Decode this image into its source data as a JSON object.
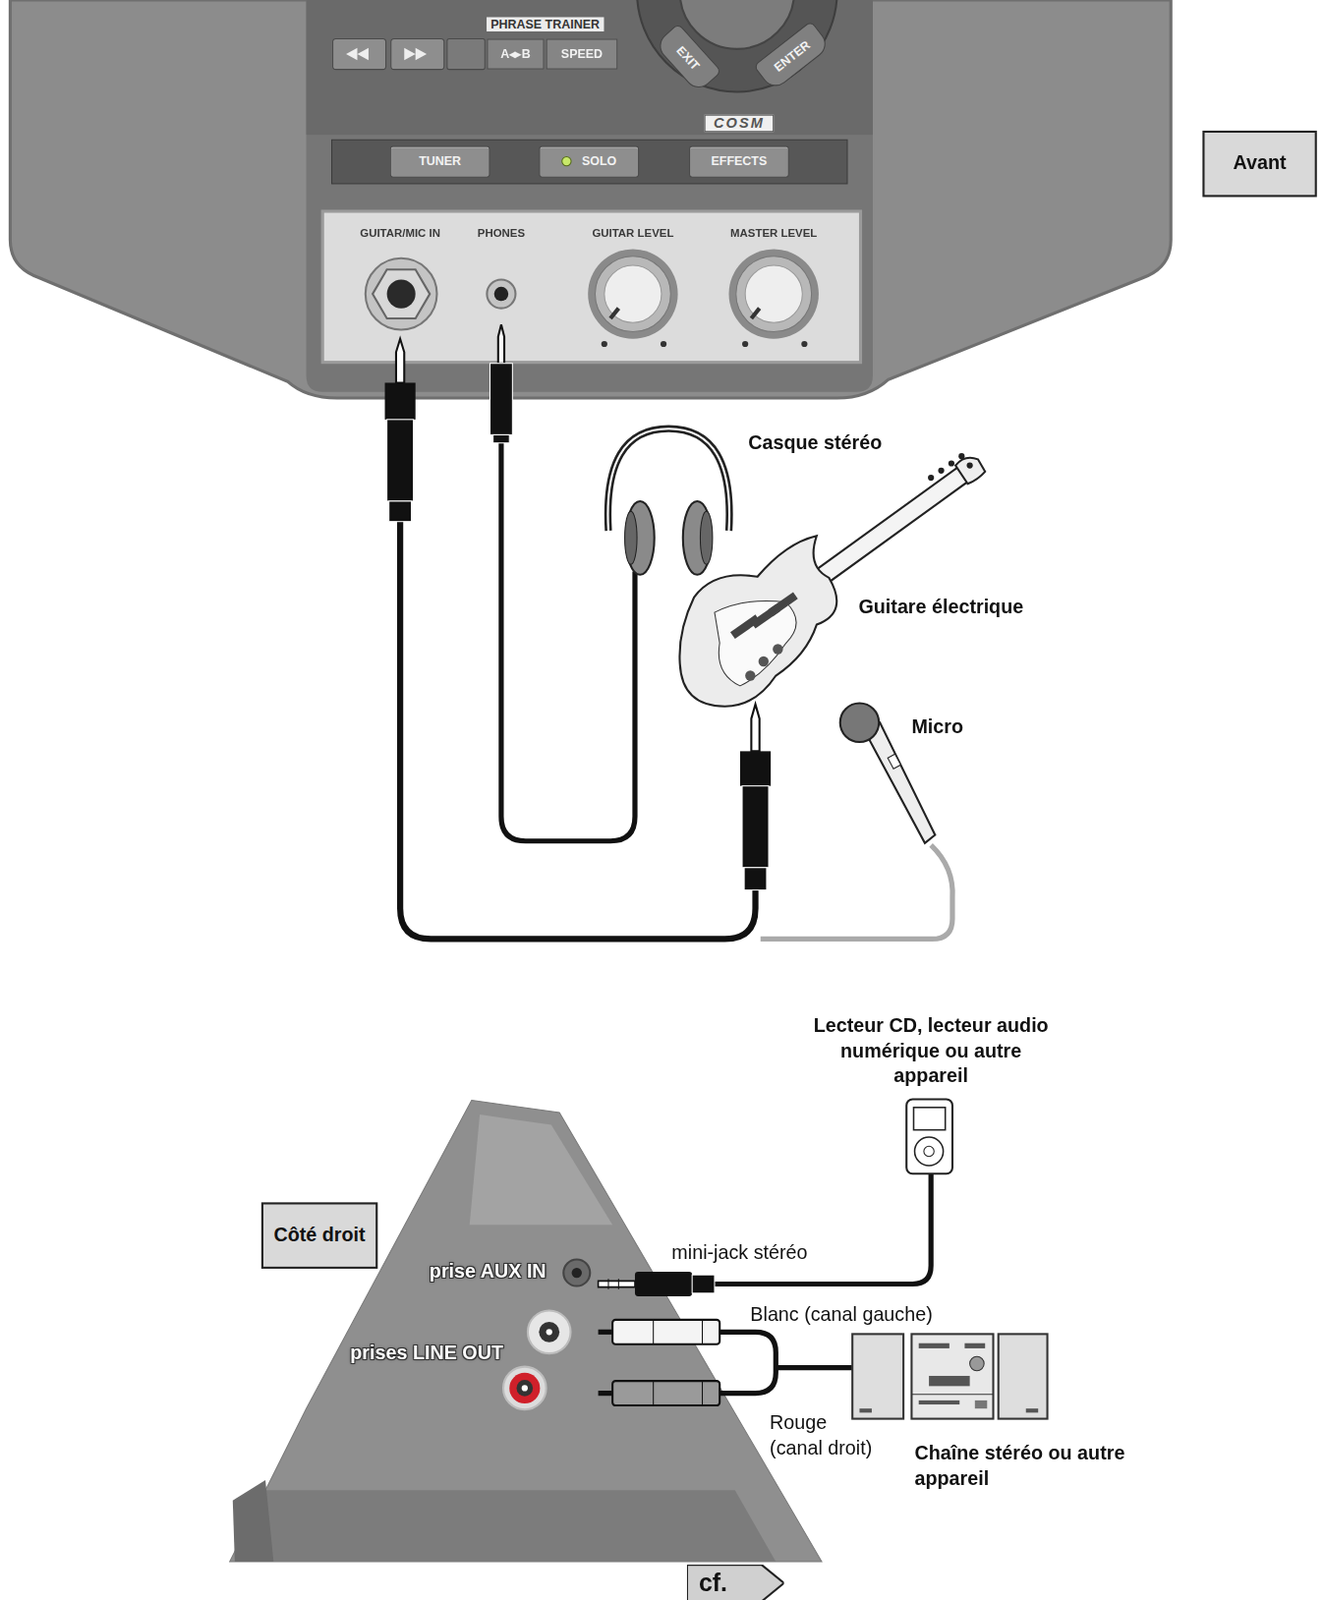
{
  "diagram": {
    "nodes": [
      {
        "text": [
          "Avant"
        ]
      },
      {
        "text": [
          "A◂▸B"
        ]
      },
      {
        "text": [
          "SPEED"
        ]
      },
      {
        "text": [
          "EXIT"
        ]
      },
      {
        "text": [
          "ENTER"
        ]
      },
      {
        "text": [
          "TUNER"
        ]
      },
      {
        "text": [
          "SOLO"
        ]
      },
      {
        "text": [
          "EFFECTS"
        ]
      },
      {
        "text": [
          "Côté droit"
        ]
      },
      {
        "text": [
          "cf."
        ]
      }
    ],
    "labels": [
      "PHRASE TRAINER",
      "COSM",
      "GUITAR/MIC IN",
      "PHONES",
      "GUITAR LEVEL",
      "MASTER LEVEL",
      "Casque stéréo",
      "Guitare électrique",
      "Micro",
      "Lecteur CD, lecteur audio numérique ou autre appareil",
      "prise AUX IN",
      "mini-jack stéréo",
      "prises LINE OUT",
      "Blanc (canal gauche)",
      "Rouge (canal droit)",
      "Chaîne stéréo ou autre appareil"
    ]
  }
}
